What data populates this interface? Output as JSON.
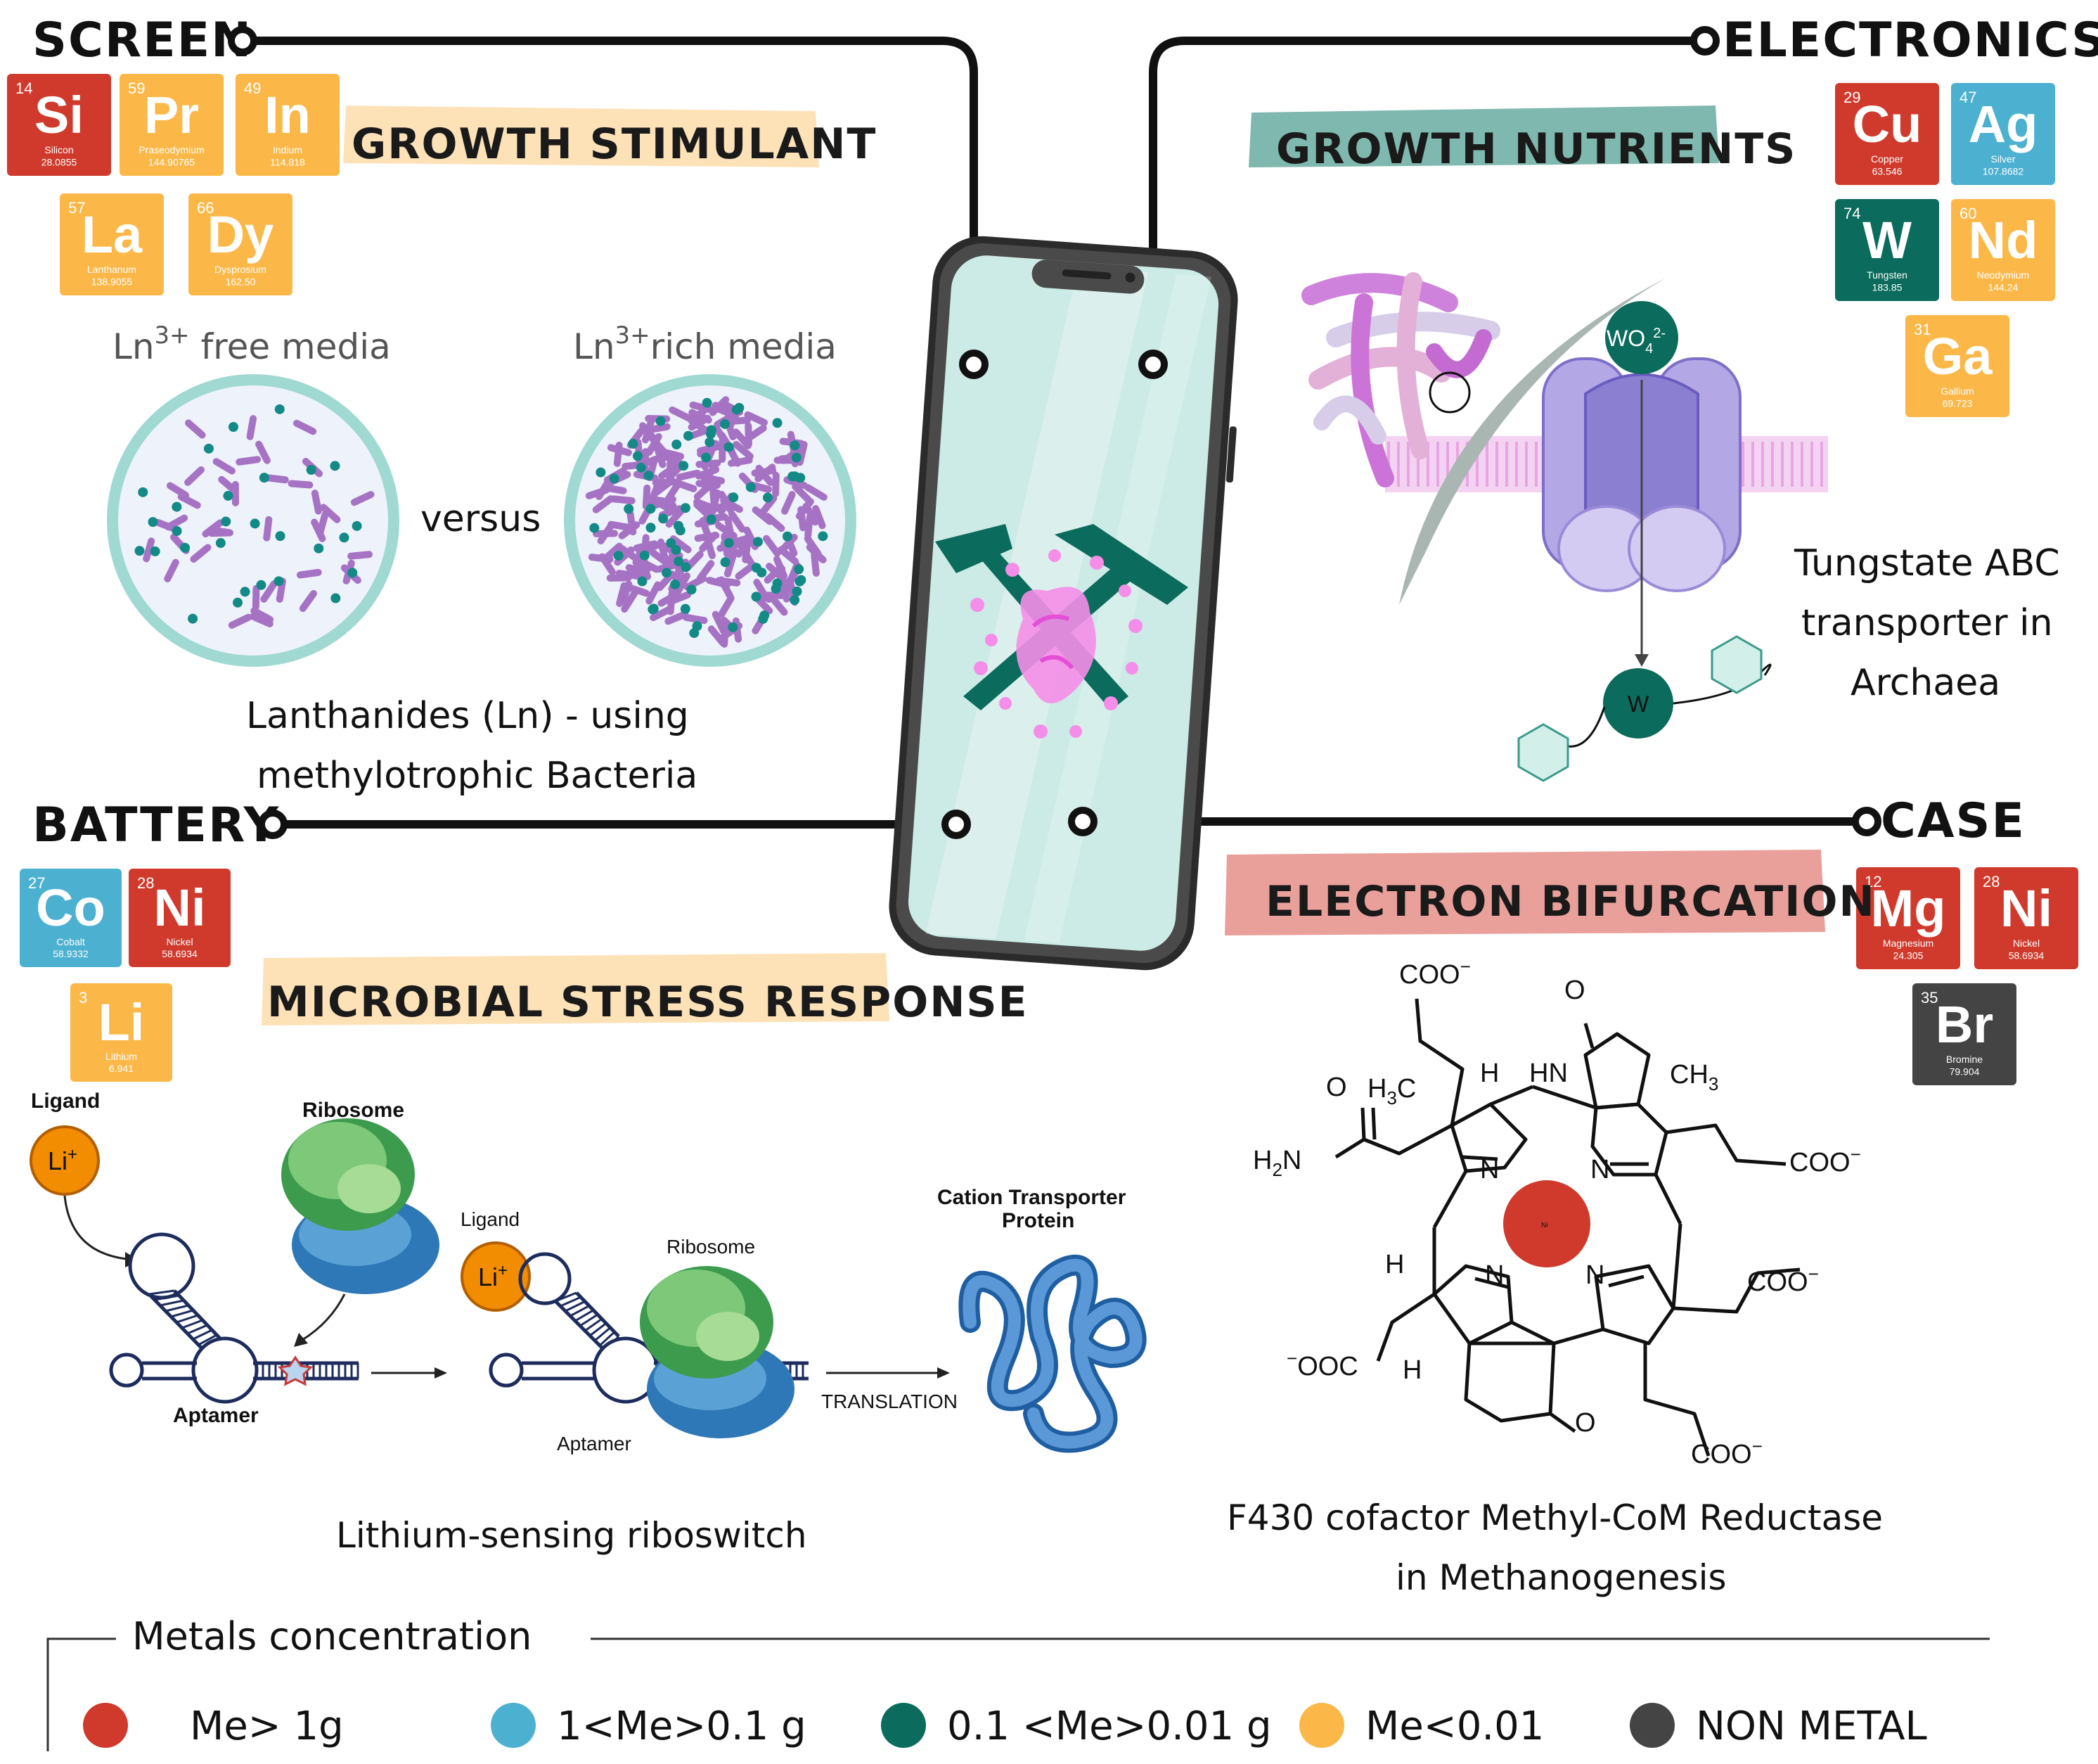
{
  "colors": {
    "me_gt_1g": "#cf3a2c",
    "me_1_to_01": "#4cb0d0",
    "me_01_to_001": "#0b6b5c",
    "me_lt_001": "#fbb848",
    "non_metal": "#444444",
    "phone_screen": "#cdebe6",
    "growth_band": "#fde2b8",
    "nutrient_band": "#7fb8ae",
    "bifurcation_band": "#eaa09a"
  },
  "sections": {
    "screen": "SCREEN",
    "electronics": "ELECTRONICS",
    "battery": "BATTERY",
    "case": "CASE"
  },
  "screen_panel": {
    "band_title": "GROWTH STIMULANT",
    "label_free_base": "Ln",
    "label_free_sup": "3+",
    "label_free_rest": " free media",
    "label_rich_base": "Ln",
    "label_rich_sup": "3+",
    "label_rich_rest": "rich media",
    "versus": "versus",
    "caption_line1": "Lanthanides (Ln) - using",
    "caption_line2": "methylotrophic Bacteria"
  },
  "electronics_panel": {
    "band_title": "GROWTH NUTRIENTS",
    "tungstate_label": "WO",
    "tungstate_sub": "4",
    "tungstate_sup": "2-",
    "w_label": "W",
    "caption_line1": "Tungstate ABC",
    "caption_line2": "transporter in",
    "caption_line3": "Archaea"
  },
  "battery_panel": {
    "band_title": "MICROBIAL STRESS RESPONSE",
    "ligand1": "Ligand",
    "li1": "Li",
    "li1_sup": "+",
    "ribosome1": "Ribosome",
    "aptamer1": "Aptamer",
    "ligand2": "Ligand",
    "li2": "Li",
    "li2_sup": "+",
    "ribosome2": "Ribosome",
    "aptamer2": "Aptamer",
    "translation": "TRANSLATION",
    "transporter_line1": "Cation Transporter",
    "transporter_line2": "Protein",
    "caption": "Lithium-sensing riboswitch"
  },
  "case_panel": {
    "band_title": "ELECTRON BIFURCATION",
    "caption_line1": "F430 cofactor Methyl-CoM Reductase",
    "caption_line2": "in Methanogenesis",
    "chem": {
      "coo_top": "COO",
      "coo_sup": "−",
      "o_top": "O",
      "hn": "HN",
      "ch3": "CH",
      "ch3_sub": "3",
      "h3c": "H",
      "h3c_sub": "3",
      "h3c_c": "C",
      "h_top": "H",
      "o_left": "O",
      "h2n": "H",
      "h2n_sub": "2",
      "h2n_n": "N",
      "n1": "N",
      "n2": "N",
      "n3": "N",
      "n4": "N",
      "coo_right1": "COO",
      "coo_right2": "COO",
      "h_left": "H",
      "h_lower": "H",
      "ooc": "OOC",
      "ooc_sup": "−",
      "o_bottom": "O",
      "coo_bottom": "COO",
      "ni_center": "Ni"
    }
  },
  "elements": {
    "screen": [
      {
        "num": "14",
        "sym": "Si",
        "name": "Silicon",
        "mass": "28.0855",
        "cls": "me_gt_1g"
      },
      {
        "num": "59",
        "sym": "Pr",
        "name": "Praseodymium",
        "mass": "144.90765",
        "cls": "me_lt_001"
      },
      {
        "num": "49",
        "sym": "In",
        "name": "Indium",
        "mass": "114.818",
        "cls": "me_lt_001"
      },
      {
        "num": "57",
        "sym": "La",
        "name": "Lanthanum",
        "mass": "138.9055",
        "cls": "me_lt_001"
      },
      {
        "num": "66",
        "sym": "Dy",
        "name": "Dysprosium",
        "mass": "162.50",
        "cls": "me_lt_001"
      }
    ],
    "electronics": [
      {
        "num": "29",
        "sym": "Cu",
        "name": "Copper",
        "mass": "63.546",
        "cls": "me_gt_1g"
      },
      {
        "num": "47",
        "sym": "Ag",
        "name": "Silver",
        "mass": "107.8682",
        "cls": "me_1_to_01"
      },
      {
        "num": "74",
        "sym": "W",
        "name": "Tungsten",
        "mass": "183.85",
        "cls": "me_01_to_001"
      },
      {
        "num": "60",
        "sym": "Nd",
        "name": "Neodymium",
        "mass": "144.24",
        "cls": "me_lt_001"
      },
      {
        "num": "31",
        "sym": "Ga",
        "name": "Gallium",
        "mass": "69.723",
        "cls": "me_lt_001"
      }
    ],
    "battery": [
      {
        "num": "27",
        "sym": "Co",
        "name": "Cobalt",
        "mass": "58.9332",
        "cls": "me_1_to_01"
      },
      {
        "num": "28",
        "sym": "Ni",
        "name": "Nickel",
        "mass": "58.6934",
        "cls": "me_gt_1g"
      },
      {
        "num": "3",
        "sym": "Li",
        "name": "Lithium",
        "mass": "6.941",
        "cls": "me_lt_001"
      }
    ],
    "case": [
      {
        "num": "12",
        "sym": "Mg",
        "name": "Magnesium",
        "mass": "24.305",
        "cls": "me_gt_1g"
      },
      {
        "num": "28",
        "sym": "Ni",
        "name": "Nickel",
        "mass": "58.6934",
        "cls": "me_gt_1g"
      },
      {
        "num": "35",
        "sym": "Br",
        "name": "Bromine",
        "mass": "79.904",
        "cls": "non_metal"
      }
    ]
  },
  "legend": {
    "title": "Metals concentration",
    "items": [
      {
        "label": "Me> 1g",
        "cls": "me_gt_1g"
      },
      {
        "label": "1<Me>0.1 g",
        "cls": "me_1_to_01"
      },
      {
        "label": "0.1 <Me>0.01 g",
        "cls": "me_01_to_001"
      },
      {
        "label": "Me<0.01",
        "cls": "me_lt_001"
      },
      {
        "label": "NON METAL",
        "cls": "non_metal"
      }
    ]
  }
}
